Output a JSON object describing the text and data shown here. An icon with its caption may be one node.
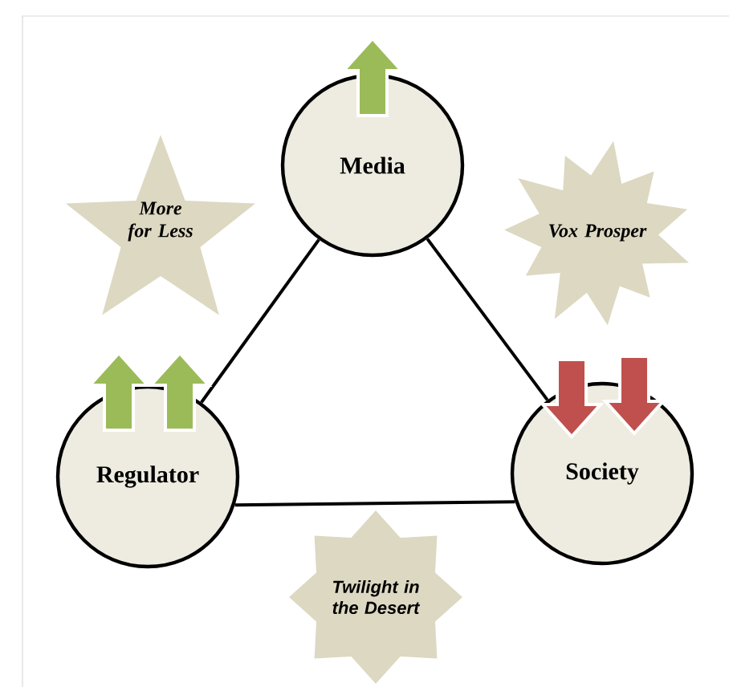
{
  "diagram": {
    "nodes": [
      {
        "text": [
          "Media"
        ]
      },
      {
        "text": [
          "More for Less"
        ]
      },
      {
        "text": [
          "Vox Prosper"
        ]
      },
      {
        "text": [
          "Regulator"
        ]
      },
      {
        "text": [
          "Society"
        ]
      },
      {
        "text": [
          "Twilight in the Desert"
        ]
      }
    ],
    "edges": [
      {
        "from": 0,
        "to": 3,
        "arrow": "none"
      },
      {
        "from": 0,
        "to": 4,
        "arrow": "none"
      },
      {
        "from": 3,
        "to": 4,
        "arrow": "none"
      }
    ]
  }
}
